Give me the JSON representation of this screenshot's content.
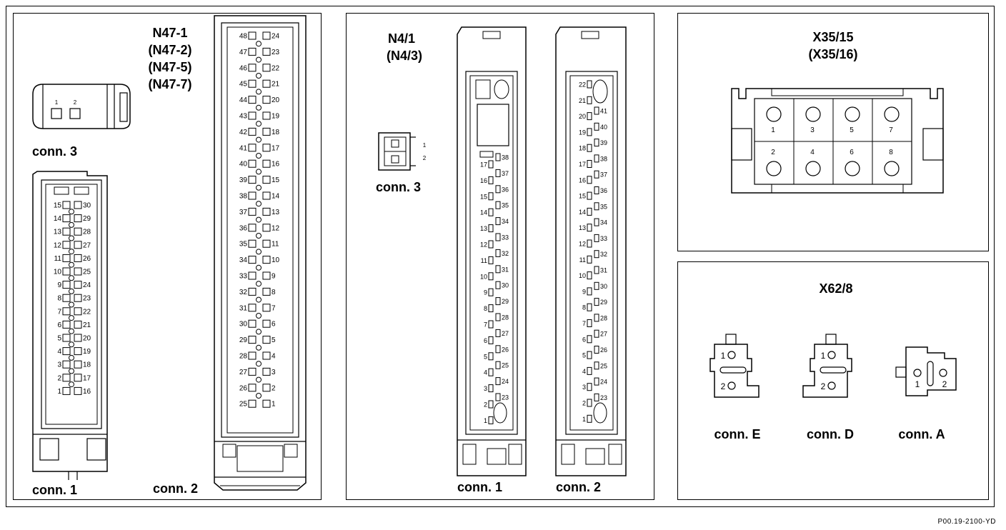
{
  "panels": {
    "n47": {
      "title_lines": [
        "N47-1",
        "(N47-2)",
        "(N47-5)",
        "(N47-7)"
      ],
      "conn3_label": "conn. 3",
      "conn1_label": "conn. 1",
      "conn2_label": "conn. 2",
      "conn3_pin_marks": [
        "1",
        "2"
      ],
      "conn1_pins": {
        "left": [
          15,
          14,
          13,
          12,
          11,
          10,
          9,
          8,
          7,
          6,
          5,
          4,
          3,
          2,
          1
        ],
        "right": [
          30,
          29,
          28,
          27,
          26,
          25,
          24,
          23,
          22,
          21,
          20,
          19,
          18,
          17,
          16
        ]
      },
      "conn2_pins": {
        "left": [
          48,
          47,
          46,
          45,
          44,
          43,
          42,
          41,
          40,
          39,
          38,
          37,
          36,
          35,
          34,
          33,
          32,
          31,
          30,
          29,
          28,
          27,
          26,
          25
        ],
        "right": [
          24,
          23,
          22,
          21,
          20,
          19,
          18,
          17,
          16,
          15,
          14,
          13,
          12,
          11,
          10,
          9,
          8,
          7,
          6,
          5,
          4,
          3,
          2,
          1
        ]
      }
    },
    "n4": {
      "title_lines": [
        "N4/1",
        "(N4/3)"
      ],
      "conn3_label": "conn. 3",
      "conn3_pin_marks": [
        "1",
        "2"
      ],
      "conn1_label": "conn. 1",
      "conn2_label": "conn. 2",
      "conn1_pins": {
        "left": [
          17,
          16,
          15,
          14,
          13,
          12,
          11,
          10,
          9,
          8,
          7,
          6,
          5,
          4,
          3,
          2,
          1
        ],
        "right": [
          38,
          37,
          36,
          35,
          34,
          33,
          32,
          31,
          30,
          29,
          28,
          27,
          26,
          25,
          24,
          23
        ]
      },
      "conn2_pins": {
        "left": [
          22,
          21,
          20,
          19,
          18,
          17,
          16,
          15,
          14,
          13,
          12,
          11,
          10,
          9,
          8,
          7,
          6,
          5,
          4,
          3,
          2,
          1
        ],
        "right": [
          41,
          40,
          39,
          38,
          37,
          36,
          35,
          34,
          33,
          32,
          31,
          30,
          29,
          28,
          27,
          26,
          25,
          24,
          23
        ]
      }
    },
    "x35": {
      "title_lines": [
        "X35/15",
        "(X35/16)"
      ],
      "pins_top": [
        1,
        3,
        5,
        7
      ],
      "pins_bottom": [
        2,
        4,
        6,
        8
      ]
    },
    "x62": {
      "title": "X62/8",
      "connectors": [
        {
          "label": "conn. E",
          "pin_a": "1",
          "pin_b": "2"
        },
        {
          "label": "conn. D",
          "pin_a": "1",
          "pin_b": "2"
        },
        {
          "label": "conn. A",
          "pin_a": "1",
          "pin_b": "2"
        }
      ]
    }
  },
  "reference": "P00.19-2100-YD"
}
